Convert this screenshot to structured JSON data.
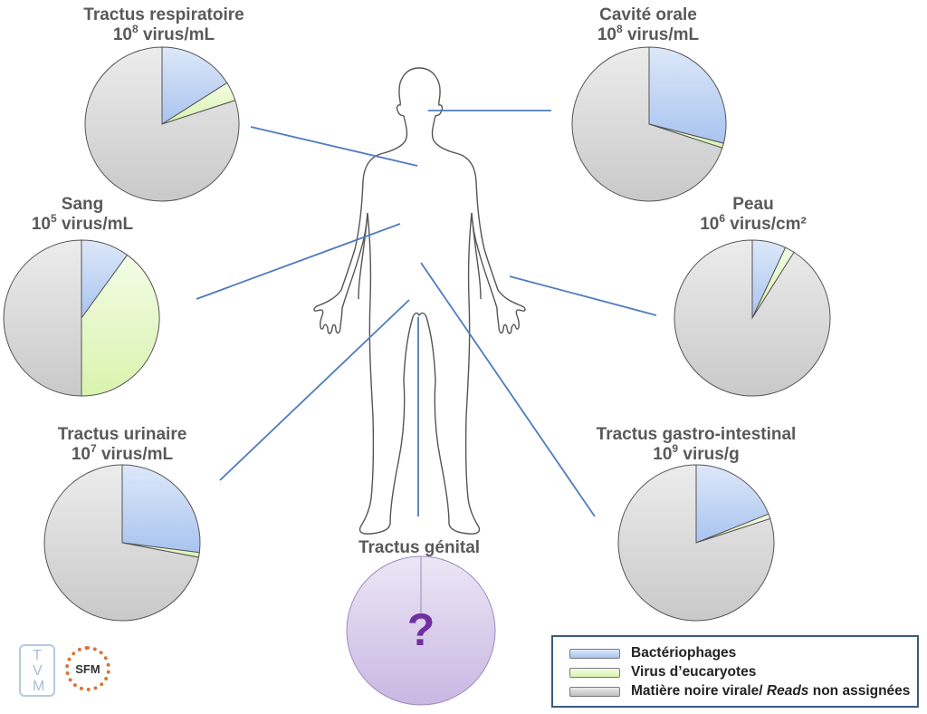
{
  "chart_data": {
    "type": "pie",
    "title": "",
    "legend": {
      "position": "bottom-right",
      "entries": [
        {
          "key": "bacteriophages",
          "label": "Bactériophages",
          "color": "#c6d9f6"
        },
        {
          "key": "eukaryote_viruses",
          "label": "Virus d’eucaryotes",
          "color": "#e6f8c8"
        },
        {
          "key": "dark_matter",
          "label_prefix": "Matière noire virale/ ",
          "label_italic": "Reads",
          "label_suffix": " non assignées",
          "color": "#d4d4d4"
        }
      ]
    },
    "pies": [
      {
        "id": "respiratory",
        "name": "Tractus respiratoire",
        "load_base": "10",
        "load_exp": "8",
        "load_unit": " virus/mL",
        "values": {
          "bacteriophages": 16,
          "eukaryote_viruses": 4,
          "dark_matter": 80
        }
      },
      {
        "id": "oral",
        "name": "Cavité orale",
        "load_base": "10",
        "load_exp": "8",
        "load_unit": " virus/mL",
        "values": {
          "bacteriophages": 29,
          "eukaryote_viruses": 1,
          "dark_matter": 70
        }
      },
      {
        "id": "blood",
        "name": "Sang",
        "load_base": "10",
        "load_exp": "5",
        "load_unit": " virus/mL",
        "values": {
          "bacteriophages": 10,
          "eukaryote_viruses": 40,
          "dark_matter": 50
        }
      },
      {
        "id": "skin",
        "name": "Peau",
        "load_base": "10",
        "load_exp": "6",
        "load_unit": " virus/cm²",
        "values": {
          "bacteriophages": 7,
          "eukaryote_viruses": 2,
          "dark_matter": 91
        }
      },
      {
        "id": "urinary",
        "name": "Tractus urinaire",
        "load_base": "10",
        "load_exp": "7",
        "load_unit": " virus/mL",
        "values": {
          "bacteriophages": 27,
          "eukaryote_viruses": 1,
          "dark_matter": 72
        }
      },
      {
        "id": "gastro",
        "name": "Tractus gastro-intestinal",
        "load_base": "10",
        "load_exp": "9",
        "load_unit": " virus/g",
        "values": {
          "bacteriophages": 19,
          "eukaryote_viruses": 1,
          "dark_matter": 80
        }
      },
      {
        "id": "genital",
        "name": "Tractus génital",
        "unknown": true,
        "unknown_symbol": "?",
        "unknown_color": "#dcd0ee"
      }
    ]
  },
  "logos": {
    "tvm": "TVM",
    "sfm": "SFM"
  },
  "colors": {
    "connector": "#4f7bbd",
    "outline": "#444444",
    "label": "#595959",
    "question": "#7030a0"
  }
}
